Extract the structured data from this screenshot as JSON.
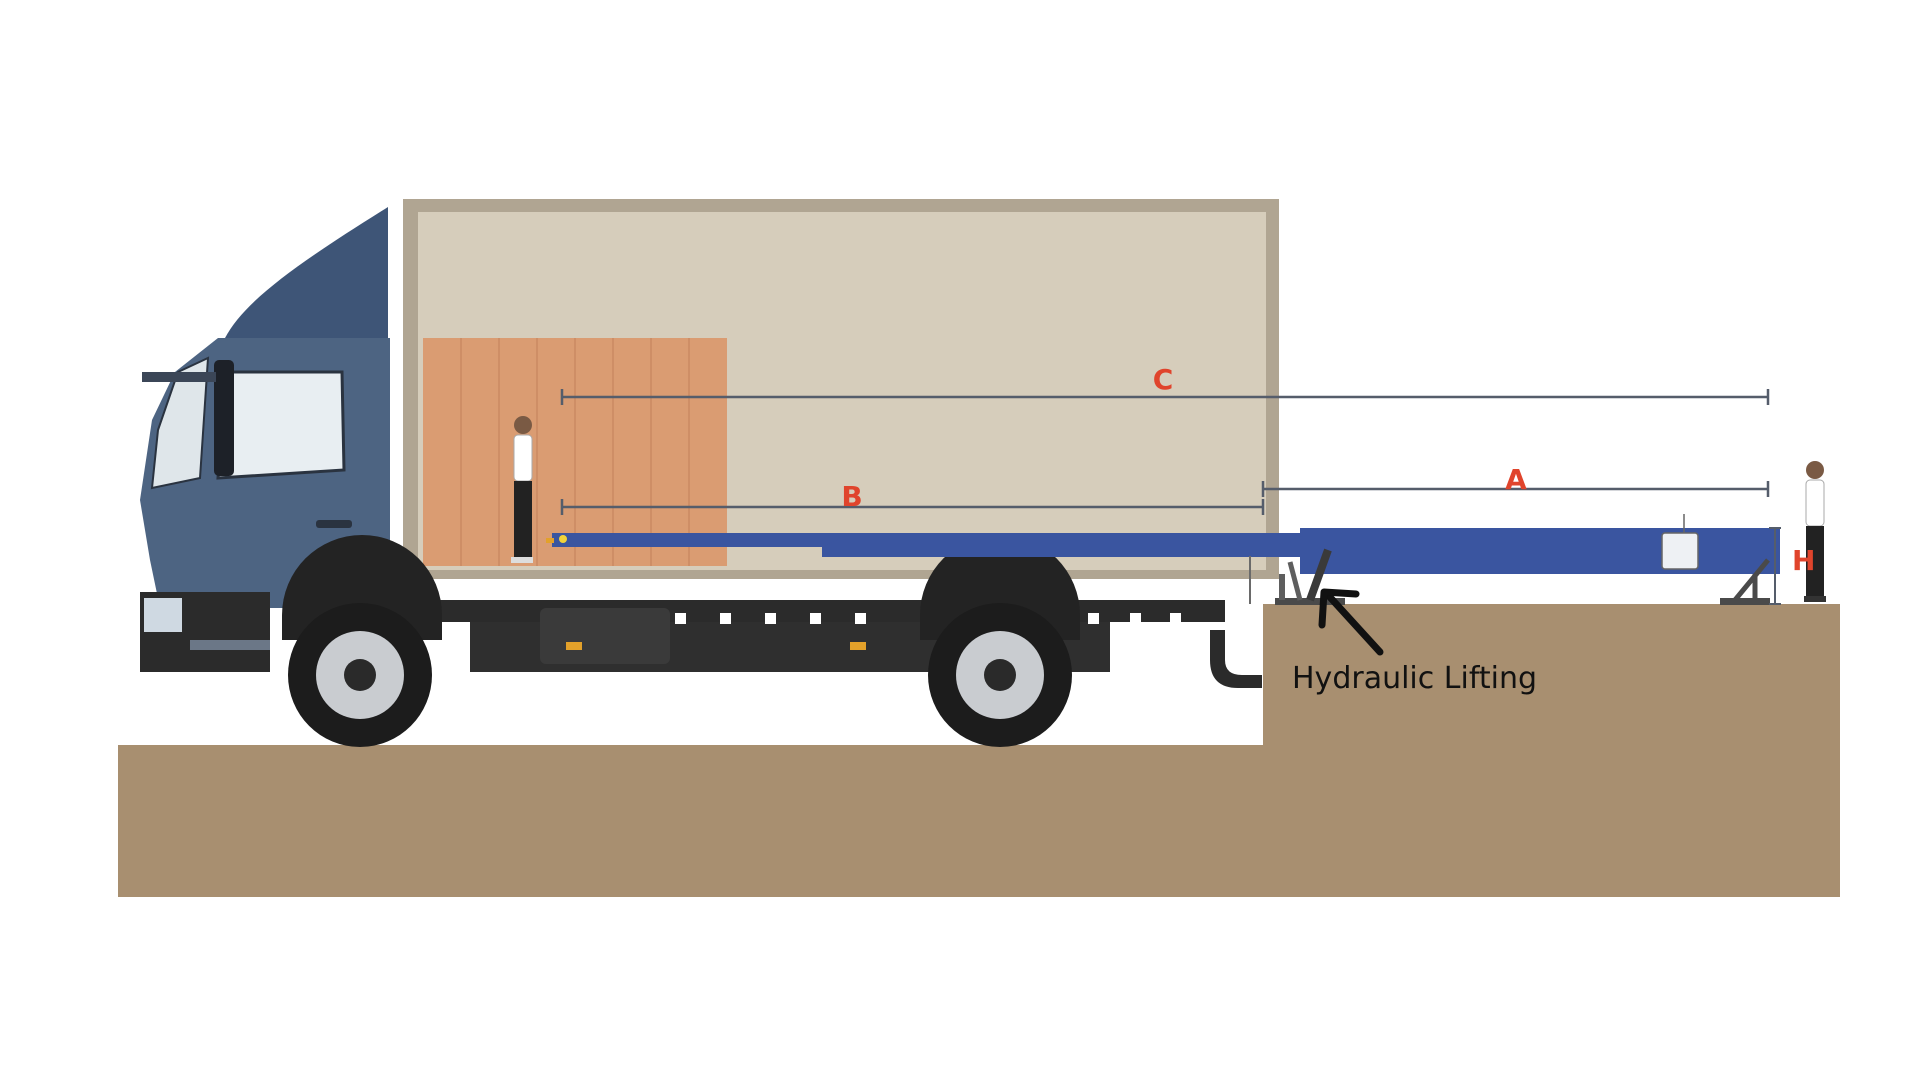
{
  "diagram": {
    "caption": "Hydraulic Lifting",
    "dimensions": {
      "a": "A",
      "b": "B",
      "c": "C",
      "h": "H"
    }
  },
  "colors": {
    "ground": "#a88f70",
    "cargo_box": "#d6cdbb",
    "cargo_frame": "#b0a592",
    "cargo_load": "#da9c72",
    "conveyor": "#3a55a0",
    "truck_cab": "#4d6482",
    "chassis": "#2b2b2b",
    "dimension_line": "#555d6b",
    "label_red": "#e0442c",
    "caption_text": "#111111"
  }
}
